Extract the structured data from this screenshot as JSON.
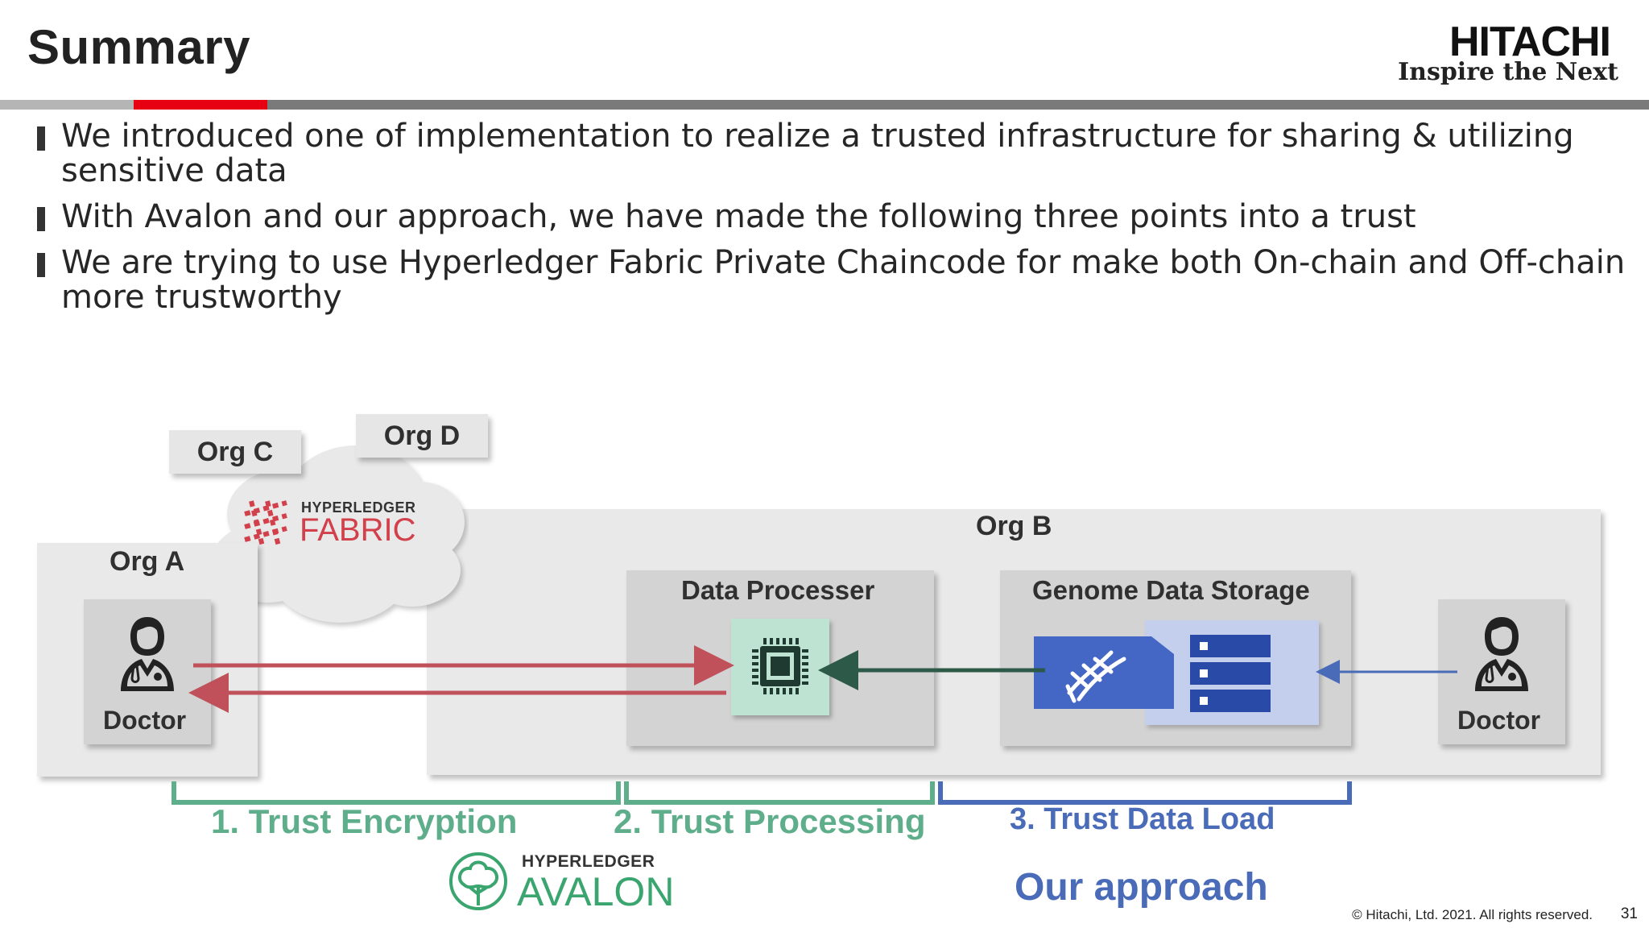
{
  "header": {
    "title": "Summary",
    "logo_word": "HITACHI",
    "logo_tagline": "Inspire the Next"
  },
  "bullets": [
    "We introduced one of implementation to realize a trusted infrastructure for sharing & utilizing sensitive data",
    "With Avalon and our approach, we have made the following three points into a trust",
    "We are trying to use Hyperledger Fabric Private Chaincode for make both On-chain and Off-chain more trustworthy"
  ],
  "diagram": {
    "org_a": "Org A",
    "org_b": "Org B",
    "org_c": "Org C",
    "org_d": "Org D",
    "fabric_top": "HYPERLEDGER",
    "fabric_bottom": "FABRIC",
    "data_processer": "Data Processer",
    "genome_storage": "Genome Data Storage",
    "doctor_left": "Doctor",
    "doctor_right": "Doctor",
    "step1": "1. Trust Encryption",
    "step2": "2. Trust Processing",
    "step3": "3. Trust Data Load",
    "avalon_top": "HYPERLEDGER",
    "avalon_bottom": "AVALON",
    "our_approach": "Our approach"
  },
  "colors": {
    "accent_red": "#e60012",
    "encryption_green": "#5fae8b",
    "approach_blue": "#4a6bb8",
    "arrow_red": "#c0505a",
    "arrow_dark_green": "#2d5a48"
  },
  "footer": {
    "copyright": "© Hitachi, Ltd. 2021. All rights reserved.",
    "page_number": "31"
  }
}
